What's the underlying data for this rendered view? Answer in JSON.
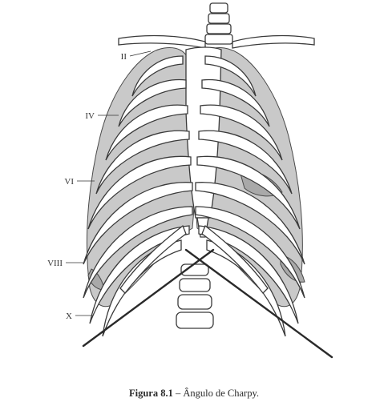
{
  "figure": {
    "rib_labels": [
      "II",
      "IV",
      "VI",
      "VIII",
      "X"
    ]
  },
  "caption": {
    "number": "Figura 8.1",
    "text": "– Ângulo de Charpy."
  },
  "colors": {
    "lung_fill": "#c9c9c9",
    "shading": "#a9a9a9",
    "line": "#2a2a2a"
  }
}
